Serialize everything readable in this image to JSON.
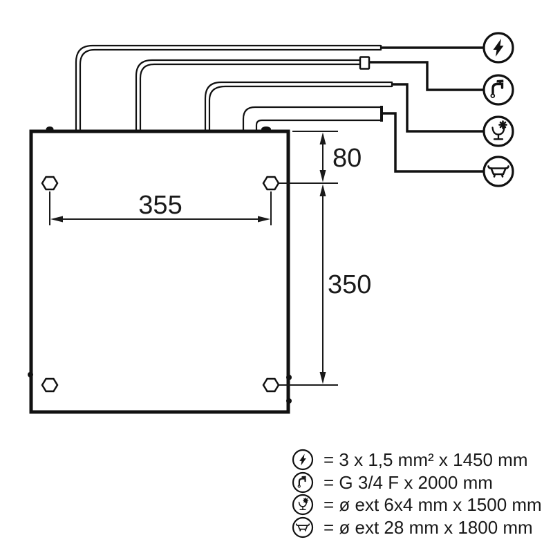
{
  "diagram": {
    "title": "appliance rear panel installation drawing",
    "colors": {
      "line": "#111111",
      "dim_line": "#1a1a1a",
      "background": "#ffffff"
    },
    "dimensions": {
      "hole_spacing_horizontal": "355",
      "top_edge_to_holes": "80",
      "hole_spacing_vertical": "350"
    },
    "connections": [
      {
        "icon": "power-icon",
        "meaning": "electrical supply cable"
      },
      {
        "icon": "tap-icon",
        "meaning": "water inlet hose"
      },
      {
        "icon": "glass-icon",
        "meaning": "small tube connection"
      },
      {
        "icon": "tub-icon",
        "meaning": "drain hose"
      }
    ],
    "legend": {
      "rows": [
        {
          "icon": "power-icon",
          "text": "= 3 x 1,5 mm² x 1450 mm"
        },
        {
          "icon": "tap-icon",
          "text": "= G 3/4 F x 2000 mm"
        },
        {
          "icon": "glass-icon",
          "text": "= ø ext 6x4 mm x 1500 mm"
        },
        {
          "icon": "tub-icon",
          "text": "= ø ext 28 mm x 1800 mm"
        }
      ]
    }
  }
}
